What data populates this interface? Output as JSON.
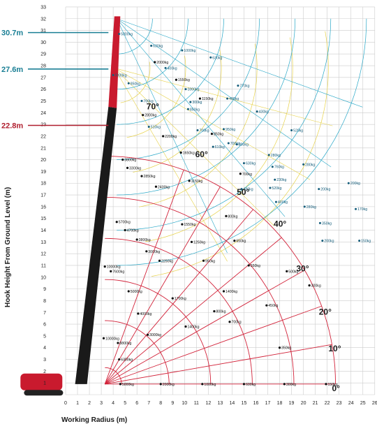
{
  "chart_data": {
    "type": "scatter",
    "xlabel": "Working Radius (m)",
    "ylabel": "Hook Height From Ground Level (m)",
    "xlim": [
      0,
      26
    ],
    "ylim": [
      0,
      33
    ],
    "x_ticks": [
      "0",
      "1",
      "2",
      "3",
      "4",
      "5",
      "6",
      "7",
      "8",
      "9",
      "10",
      "11",
      "12",
      "13",
      "14",
      "15",
      "16",
      "17",
      "18",
      "19",
      "20",
      "21",
      "22",
      "23",
      "24",
      "25",
      "26"
    ],
    "y_ticks": [
      "1",
      "2",
      "3",
      "4",
      "5",
      "6",
      "7",
      "8",
      "9",
      "10",
      "11",
      "12",
      "13",
      "14",
      "15",
      "16",
      "17",
      "18",
      "19",
      "20",
      "21",
      "22",
      "23",
      "24",
      "25",
      "26",
      "27",
      "28",
      "29",
      "30",
      "31",
      "32",
      "33"
    ],
    "grid": true,
    "boom_labels": [
      {
        "text": "30.7m",
        "height": 30.7,
        "color": "#1a7f95"
      },
      {
        "text": "27.6m",
        "height": 27.6,
        "color": "#1a7f95"
      },
      {
        "text": "22.8m",
        "height": 22.8,
        "color": "#b01e2e"
      }
    ],
    "boom_angles": [
      {
        "text": "70°",
        "x": 6.8,
        "y": 24.3
      },
      {
        "text": "60°",
        "x": 10.9,
        "y": 20.2
      },
      {
        "text": "50°",
        "x": 14.4,
        "y": 17.0
      },
      {
        "text": "40°",
        "x": 17.5,
        "y": 14.3
      },
      {
        "text": "30°",
        "x": 19.4,
        "y": 10.5
      },
      {
        "text": "20°",
        "x": 21.3,
        "y": 6.8
      },
      {
        "text": "10°",
        "x": 22.1,
        "y": 3.7
      },
      {
        "text": "0°",
        "x": 22.4,
        "y": 0.3
      }
    ],
    "load_points_22_8m": [
      {
        "x": 4.6,
        "y": 0.9,
        "label": "5000kg"
      },
      {
        "x": 8.0,
        "y": 0.9,
        "label": "2000kg"
      },
      {
        "x": 11.5,
        "y": 0.9,
        "label": "1000kg"
      },
      {
        "x": 15.0,
        "y": 0.9,
        "label": "600kg"
      },
      {
        "x": 18.4,
        "y": 0.9,
        "label": "300kg"
      },
      {
        "x": 21.9,
        "y": 0.9,
        "label": "150kg"
      },
      {
        "x": 4.5,
        "y": 3.0,
        "label": "6300kg"
      },
      {
        "x": 4.4,
        "y": 4.4,
        "label": "8800kg"
      },
      {
        "x": 3.2,
        "y": 4.8,
        "label": "10000kg"
      },
      {
        "x": 6.9,
        "y": 5.1,
        "label": "3000kg"
      },
      {
        "x": 6.1,
        "y": 6.9,
        "label": "4000kg"
      },
      {
        "x": 5.3,
        "y": 8.8,
        "label": "5000kg"
      },
      {
        "x": 3.8,
        "y": 10.5,
        "label": "7600kg"
      },
      {
        "x": 3.3,
        "y": 10.9,
        "label": "10000kg"
      },
      {
        "x": 9.0,
        "y": 8.2,
        "label": "1700kg"
      },
      {
        "x": 10.1,
        "y": 5.8,
        "label": "1400kg"
      },
      {
        "x": 7.9,
        "y": 11.4,
        "label": "2250kg"
      },
      {
        "x": 6.8,
        "y": 12.2,
        "label": "3000kg"
      },
      {
        "x": 6.0,
        "y": 13.2,
        "label": "3800kg"
      },
      {
        "x": 5.0,
        "y": 14.0,
        "label": "4700kg"
      },
      {
        "x": 4.3,
        "y": 14.7,
        "label": "5700kg"
      },
      {
        "x": 12.5,
        "y": 7.1,
        "label": "800kg"
      },
      {
        "x": 13.3,
        "y": 8.8,
        "label": "1400kg"
      },
      {
        "x": 13.8,
        "y": 6.2,
        "label": "700kg"
      },
      {
        "x": 11.6,
        "y": 11.4,
        "label": "950kg"
      },
      {
        "x": 10.6,
        "y": 13.0,
        "label": "1250kg"
      },
      {
        "x": 9.8,
        "y": 14.5,
        "label": "1550kg"
      },
      {
        "x": 7.6,
        "y": 17.7,
        "label": "2400kg"
      },
      {
        "x": 6.4,
        "y": 18.6,
        "label": "2850kg"
      },
      {
        "x": 5.2,
        "y": 19.3,
        "label": "3300kg"
      },
      {
        "x": 4.8,
        "y": 20.0,
        "label": "3800kg"
      },
      {
        "x": 14.2,
        "y": 13.1,
        "label": "650kg"
      },
      {
        "x": 13.5,
        "y": 15.2,
        "label": "800kg"
      },
      {
        "x": 15.4,
        "y": 11.0,
        "label": "550kg"
      },
      {
        "x": 16.9,
        "y": 7.6,
        "label": "450kg"
      },
      {
        "x": 18.0,
        "y": 4.0,
        "label": "350kg"
      },
      {
        "x": 18.6,
        "y": 10.5,
        "label": "500kg"
      },
      {
        "x": 20.5,
        "y": 9.3,
        "label": "300kg"
      },
      {
        "x": 10.4,
        "y": 18.2,
        "label": "1150kg"
      },
      {
        "x": 9.7,
        "y": 20.6,
        "label": "1650kg"
      },
      {
        "x": 8.2,
        "y": 22.0,
        "label": "2200kg"
      },
      {
        "x": 6.5,
        "y": 23.8,
        "label": "2800kg"
      },
      {
        "x": 12.3,
        "y": 22.2,
        "label": "850kg"
      },
      {
        "x": 14.7,
        "y": 18.8,
        "label": "700kg"
      },
      {
        "x": 11.3,
        "y": 25.2,
        "label": "1150kg"
      },
      {
        "x": 9.3,
        "y": 26.8,
        "label": "1550kg"
      },
      {
        "x": 7.5,
        "y": 28.3,
        "label": "2000kg"
      }
    ],
    "load_points_27_6m_30_7m": [
      {
        "x": 4.5,
        "y": 30.7,
        "label": "5000kg"
      },
      {
        "x": 7.2,
        "y": 29.7,
        "label": "630kg"
      },
      {
        "x": 9.8,
        "y": 29.3,
        "label": "1000kg"
      },
      {
        "x": 12.2,
        "y": 28.7,
        "label": "630kg"
      },
      {
        "x": 8.4,
        "y": 27.8,
        "label": "400kg"
      },
      {
        "x": 4.0,
        "y": 27.2,
        "label": "5000kg"
      },
      {
        "x": 5.3,
        "y": 26.5,
        "label": "850kg"
      },
      {
        "x": 10.1,
        "y": 26.0,
        "label": "1000kg"
      },
      {
        "x": 14.5,
        "y": 26.3,
        "label": "770kg"
      },
      {
        "x": 6.4,
        "y": 25.0,
        "label": "700kg"
      },
      {
        "x": 10.5,
        "y": 24.9,
        "label": "300kg"
      },
      {
        "x": 10.3,
        "y": 24.3,
        "label": "850kg"
      },
      {
        "x": 13.6,
        "y": 25.2,
        "label": "400kg"
      },
      {
        "x": 16.1,
        "y": 24.1,
        "label": "430kg"
      },
      {
        "x": 7.0,
        "y": 22.8,
        "label": "510kg"
      },
      {
        "x": 11.1,
        "y": 22.5,
        "label": "700kg"
      },
      {
        "x": 13.3,
        "y": 22.6,
        "label": "950kg"
      },
      {
        "x": 19.0,
        "y": 22.5,
        "label": "520kg"
      },
      {
        "x": 12.4,
        "y": 21.1,
        "label": "610kg"
      },
      {
        "x": 14.4,
        "y": 21.3,
        "label": "300kg"
      },
      {
        "x": 13.7,
        "y": 21.4,
        "label": "700kg"
      },
      {
        "x": 17.1,
        "y": 20.4,
        "label": "280kg"
      },
      {
        "x": 15.0,
        "y": 19.7,
        "label": "630kg"
      },
      {
        "x": 17.4,
        "y": 19.4,
        "label": "760kg"
      },
      {
        "x": 20.0,
        "y": 19.6,
        "label": "280kg"
      },
      {
        "x": 17.6,
        "y": 18.3,
        "label": "230kg"
      },
      {
        "x": 17.2,
        "y": 17.6,
        "label": "520kg"
      },
      {
        "x": 14.8,
        "y": 17.5,
        "label": "480kg"
      },
      {
        "x": 21.3,
        "y": 17.5,
        "label": "200kg"
      },
      {
        "x": 23.8,
        "y": 18.0,
        "label": "200kg"
      },
      {
        "x": 17.7,
        "y": 16.4,
        "label": "400kg"
      },
      {
        "x": 20.1,
        "y": 16.0,
        "label": "280kg"
      },
      {
        "x": 24.4,
        "y": 15.8,
        "label": "170kg"
      },
      {
        "x": 21.4,
        "y": 14.6,
        "label": "350kg"
      },
      {
        "x": 21.6,
        "y": 13.1,
        "label": "200kg"
      },
      {
        "x": 24.7,
        "y": 13.1,
        "label": "150kg"
      }
    ],
    "colors": {
      "boom_22_8m": "#d2233a",
      "boom_30_7m": "#27a7c7",
      "boom_27_6m": "#e7d24a",
      "crane_body": "#c91a2e",
      "grid": "#cccccc"
    }
  }
}
